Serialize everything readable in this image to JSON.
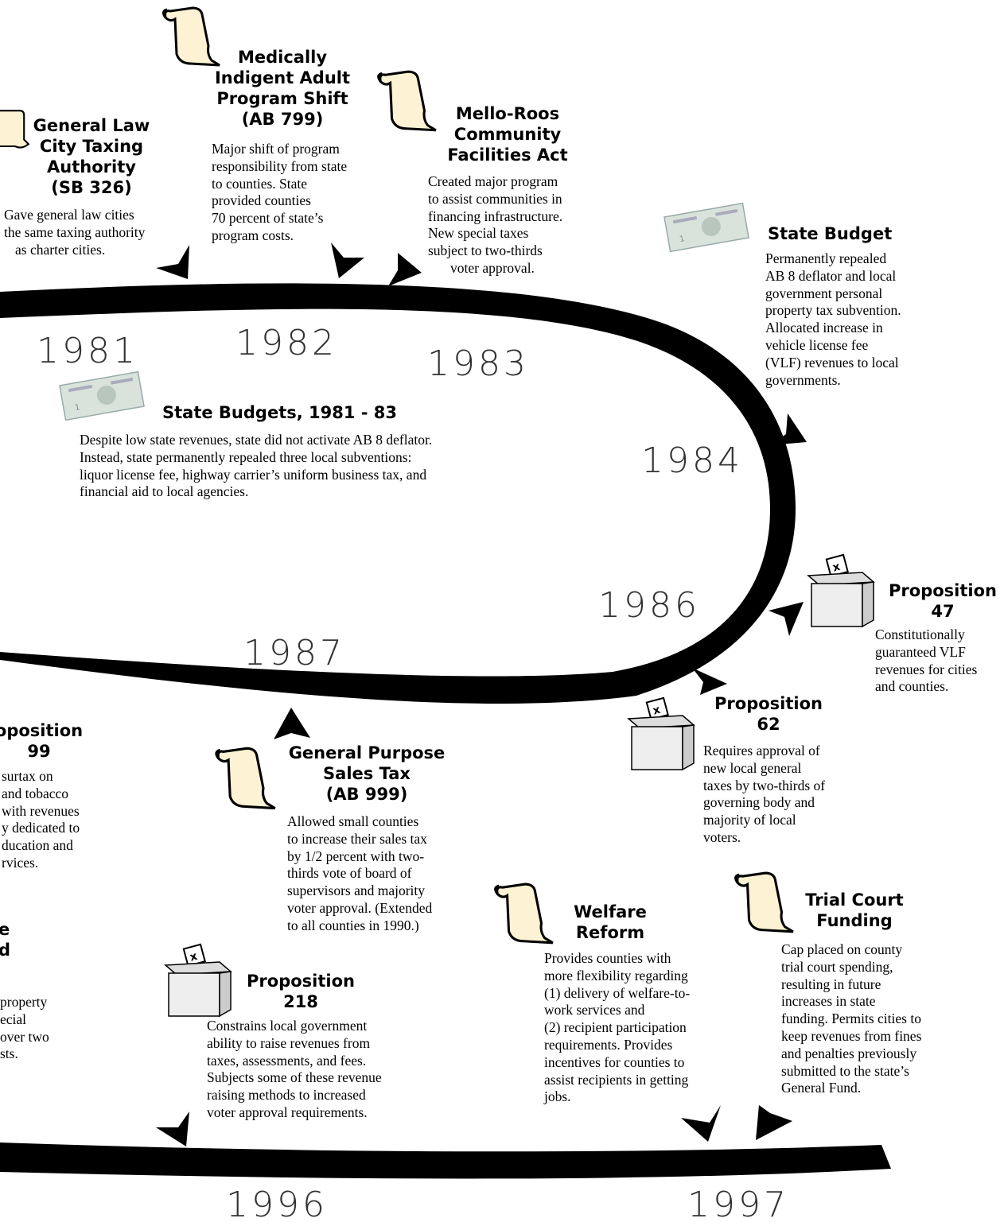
{
  "colors": {
    "road": "#000000",
    "scroll_fill": "#fdf3d4",
    "ballot_fill": "#eeeeee",
    "money_fill": "#d9e3dc",
    "year_text": "#333333"
  },
  "years": {
    "y1981": "1981",
    "y1982": "1982",
    "y1983": "1983",
    "y1984": "1984",
    "y1986": "1986",
    "y1987": "1987",
    "y1996": "1996",
    "y1997": "1997"
  },
  "events": {
    "sb326": {
      "icon": "scroll-icon",
      "title": [
        "General Law",
        "City Taxing",
        "Authority",
        "(SB 326)"
      ],
      "desc": [
        "Gave general law cities",
        "the same taxing authority",
        "as charter cities."
      ]
    },
    "ab799": {
      "icon": "scroll-icon",
      "title": [
        "Medically",
        "Indigent Adult",
        "Program Shift",
        "(AB 799)"
      ],
      "desc": [
        "Major shift of program",
        "responsibility from state",
        "to counties. State",
        "provided counties",
        "70 percent of state’s",
        "program costs."
      ]
    },
    "mello": {
      "icon": "scroll-icon",
      "title": [
        "Mello-Roos",
        "Community",
        "Facilities Act"
      ],
      "desc": [
        "Created major program",
        "to assist communities in",
        "financing infrastructure.",
        "New special taxes",
        "subject to two-thirds",
        "voter approval."
      ]
    },
    "budget84": {
      "icon": "dollar-bill-icon",
      "title": [
        "State Budget"
      ],
      "desc": [
        "Permanently repealed",
        "AB 8 deflator and local",
        "government  personal",
        "property tax subvention.",
        "Allocated increase in",
        "vehicle license fee",
        "(VLF) revenues to local",
        "governments."
      ]
    },
    "budget8183": {
      "icon": "dollar-bill-icon",
      "title": [
        "State Budgets, 1981 - 83"
      ],
      "desc": [
        "Despite low state revenues, state did not activate AB 8 deflator.",
        "Instead, state permanently repealed three local subventions:",
        "liquor license fee, highway carrier’s uniform business tax, and",
        "financial aid to local agencies."
      ]
    },
    "prop47": {
      "icon": "ballot-box-icon",
      "title": [
        "Proposition",
        "47"
      ],
      "desc": [
        "Constitutionally",
        "guaranteed VLF",
        "revenues for cities",
        "and counties."
      ]
    },
    "prop62": {
      "icon": "ballot-box-icon",
      "title": [
        "Proposition",
        "62"
      ],
      "desc": [
        "Requires approval of",
        "new local general",
        "taxes by two-thirds of",
        "governing body and",
        "majority of local",
        "voters."
      ]
    },
    "prop99": {
      "title": [
        "oposition",
        "99"
      ],
      "desc": [
        "surtax on",
        "and tobacco",
        "with revenues",
        "y dedicated to",
        "ducation and",
        "rvices."
      ]
    },
    "ab999": {
      "icon": "scroll-icon",
      "title": [
        "General Purpose",
        "Sales Tax",
        "(AB 999)"
      ],
      "desc": [
        "Allowed small counties",
        "to increase their sales tax",
        "by 1/2 percent with two-",
        "thirds vote of board of",
        "supervisors and majority",
        "voter approval. (Extended",
        "to all counties in 1990.)"
      ]
    },
    "partial": {
      "title": [
        "e",
        "d"
      ],
      "desc": [
        "property",
        "ecial",
        "over two",
        "sts."
      ]
    },
    "prop218": {
      "icon": "ballot-box-icon",
      "title": [
        "Proposition",
        "218"
      ],
      "desc": [
        "Constrains local government",
        "ability to raise revenues from",
        "taxes, assessments, and fees.",
        "Subjects some of these revenue",
        "raising methods to increased",
        "voter approval requirements."
      ]
    },
    "welfare": {
      "icon": "scroll-icon",
      "title": [
        "Welfare",
        "Reform"
      ],
      "desc": [
        "Provides counties with",
        "more flexibility regarding",
        "(1) delivery of welfare-to-",
        "work services and",
        "(2) recipient participation",
        "requirements. Provides",
        "incentives for counties to",
        "assist recipients in getting",
        "jobs."
      ]
    },
    "trialcourt": {
      "icon": "scroll-icon",
      "title": [
        "Trial Court",
        "Funding"
      ],
      "desc": [
        "Cap placed on county",
        "trial court spending,",
        "resulting in future",
        "increases in state",
        "funding. Permits cities to",
        "keep revenues from fines",
        "and penalties previously",
        "submitted to the state’s",
        "General Fund."
      ]
    }
  }
}
